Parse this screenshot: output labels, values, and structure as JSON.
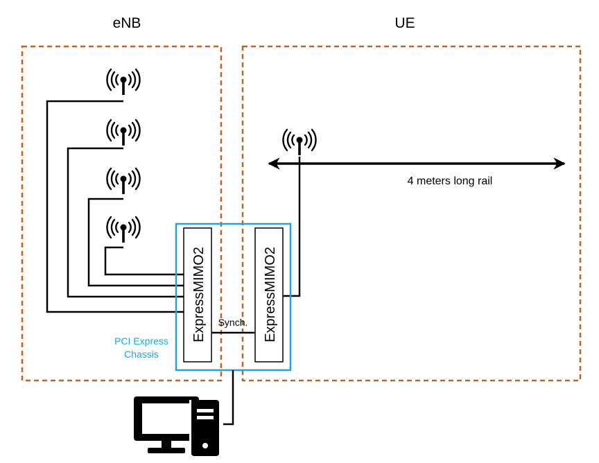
{
  "enb_label": "eNB",
  "ue_label": "UE",
  "rail_label": "4 meters long rail",
  "card_left_label": "ExpressMIMO2",
  "card_right_label": "ExpressMIMO2",
  "sync_label": "Synch.",
  "chassis_label_line1": "PCI Express",
  "chassis_label_line2": "Chassis",
  "icons": [
    "antenna-icon",
    "antenna-icon",
    "antenna-icon",
    "antenna-icon",
    "antenna-icon",
    "computer-icon"
  ],
  "colors": {
    "region_border": "#c0622a",
    "chassis_border": "#1ba6e0",
    "chassis_text": "#1ba6e0"
  }
}
